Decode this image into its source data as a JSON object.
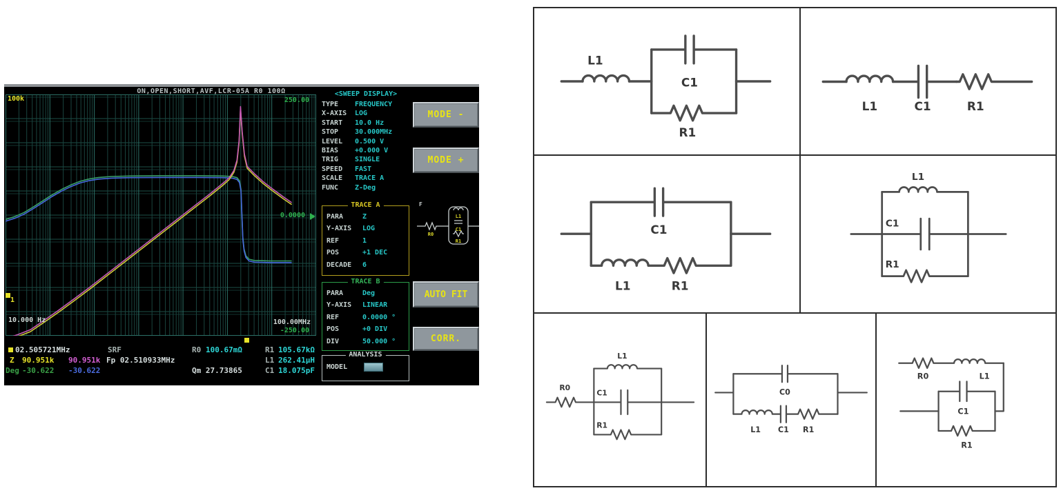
{
  "instrument": {
    "header_text": "ON,OPEN,SHORT,AVF,LCR-05A  R0 100Ω",
    "graph": {
      "y_top_label": "100k",
      "ref_index_label": "1",
      "deg_top": "250.00",
      "deg_ref": "0.0000",
      "deg_bottom": "-250.00",
      "x_start_label": "10.000 Hz",
      "x_stop_label": "100.00MHz",
      "grid": {
        "x_decades": 7,
        "y_divisions": 10
      },
      "colors": {
        "grid_major": "#2d7268",
        "grid_minor": "#1a443f",
        "z_fit": "#c558b4",
        "z_meas": "#cfc938",
        "deg_fit": "#4668dd",
        "deg_meas": "#3aa06a",
        "marker": "#e6e229",
        "ref_arrow": "#2fb24e"
      },
      "traces": [
        {
          "name": "deg-measured",
          "color_key": "deg_meas",
          "series": "phase",
          "dy": -0.007
        },
        {
          "name": "deg-fitted",
          "color_key": "deg_fit",
          "series": "phase",
          "dy": 0
        },
        {
          "name": "z-measured",
          "color_key": "z_meas",
          "series": "z",
          "dy": 0.008
        },
        {
          "name": "z-fitted",
          "color_key": "z_fit",
          "series": "z",
          "dy": 0
        }
      ],
      "series": {
        "z": [
          [
            0.005,
            1.01
          ],
          [
            0.04,
            0.995
          ],
          [
            0.08,
            0.975
          ],
          [
            0.12,
            0.94
          ],
          [
            0.17,
            0.895
          ],
          [
            0.22,
            0.848
          ],
          [
            0.27,
            0.8
          ],
          [
            0.32,
            0.75
          ],
          [
            0.37,
            0.7
          ],
          [
            0.42,
            0.65
          ],
          [
            0.47,
            0.6
          ],
          [
            0.52,
            0.55
          ],
          [
            0.57,
            0.5
          ],
          [
            0.62,
            0.45
          ],
          [
            0.66,
            0.41
          ],
          [
            0.7,
            0.368
          ],
          [
            0.72,
            0.345
          ],
          [
            0.735,
            0.315
          ],
          [
            0.745,
            0.272
          ],
          [
            0.752,
            0.19
          ],
          [
            0.7565,
            0.05
          ],
          [
            0.762,
            0.155
          ],
          [
            0.769,
            0.248
          ],
          [
            0.778,
            0.298
          ],
          [
            0.8,
            0.327
          ],
          [
            0.83,
            0.362
          ],
          [
            0.86,
            0.392
          ],
          [
            0.895,
            0.425
          ],
          [
            0.92,
            0.447
          ]
        ],
        "phase": [
          [
            0,
            0.525
          ],
          [
            0.03,
            0.513
          ],
          [
            0.06,
            0.496
          ],
          [
            0.09,
            0.473
          ],
          [
            0.12,
            0.448
          ],
          [
            0.15,
            0.423
          ],
          [
            0.18,
            0.401
          ],
          [
            0.21,
            0.382
          ],
          [
            0.24,
            0.367
          ],
          [
            0.27,
            0.357
          ],
          [
            0.3,
            0.351
          ],
          [
            0.34,
            0.347
          ],
          [
            0.4,
            0.345
          ],
          [
            0.5,
            0.344
          ],
          [
            0.62,
            0.344
          ],
          [
            0.7,
            0.345
          ],
          [
            0.73,
            0.347
          ],
          [
            0.745,
            0.352
          ],
          [
            0.753,
            0.365
          ],
          [
            0.758,
            0.4
          ],
          [
            0.761,
            0.5
          ],
          [
            0.764,
            0.6
          ],
          [
            0.768,
            0.648
          ],
          [
            0.774,
            0.676
          ],
          [
            0.784,
            0.69
          ],
          [
            0.8,
            0.695
          ],
          [
            0.85,
            0.697
          ],
          [
            0.92,
            0.697
          ]
        ]
      }
    },
    "sweep_panel": {
      "title": "<SWEEP DISPLAY>",
      "rows": [
        {
          "label": "TYPE",
          "value": "FREQUENCY"
        },
        {
          "label": "X-AXIS",
          "value": "LOG"
        },
        {
          "label": "START",
          "value": "10.0 Hz"
        },
        {
          "label": "STOP",
          "value": "30.000MHz"
        },
        {
          "label": "LEVEL",
          "value": "0.500 V"
        },
        {
          "label": "BIAS",
          "value": "+0.000 V"
        },
        {
          "label": "TRIG",
          "value": "SINGLE"
        },
        {
          "label": "SPEED",
          "value": "FAST"
        },
        {
          "label": "SCALE",
          "value": "TRACE A"
        },
        {
          "label": "FUNC",
          "value": "Z-Deg"
        }
      ]
    },
    "trace_a_panel": {
      "title": "TRACE A",
      "rows": [
        {
          "label": "PARA",
          "value": "Z"
        },
        {
          "label": "Y-AXIS",
          "value": "LOG"
        },
        {
          "label": "REF",
          "value": "1"
        },
        {
          "label": "POS",
          "value": "+1 DEC"
        },
        {
          "label": "DECADE",
          "value": "6"
        }
      ]
    },
    "trace_b_panel": {
      "title": "TRACE B",
      "rows": [
        {
          "label": "PARA",
          "value": "Deg"
        },
        {
          "label": "Y-AXIS",
          "value": "LINEAR"
        },
        {
          "label": "REF",
          "value": "0.0000 °"
        },
        {
          "label": "POS",
          "value": "+0 DIV"
        },
        {
          "label": "DIV",
          "value": "50.000 °"
        }
      ]
    },
    "analysis_panel": {
      "title": "ANALYSIS",
      "model_label": "MODEL"
    },
    "buttons": {
      "mode_minus": "MODE -",
      "mode_plus": "MODE +",
      "auto_fit": "AUTO FIT",
      "corr": "CORR."
    },
    "model_icon": {
      "f": "F",
      "r0": "R0",
      "l1": "L1",
      "c1": "C1",
      "r1": "R1"
    },
    "readout": {
      "marker_freq": "02.505721MHz",
      "srf_label": "SRF",
      "z_label": "Z",
      "z_measured": "90.951k",
      "z_fitted": "90.951k",
      "fp": "Fp 02.510933MHz",
      "deg_label": "Deg",
      "deg_measured": "-30.622",
      "deg_fitted": "-30.622",
      "qm": "Qm 27.73865",
      "r0_label": "R0",
      "r0_value": "100.67mΩ",
      "r1_label": "R1",
      "r1_value": "105.67kΩ",
      "l1_label": "L1",
      "l1_value": "262.41μH",
      "c1_label": "C1",
      "c1_value": "18.075pF"
    }
  },
  "circuits": {
    "c1": {
      "l1": "L1",
      "c1": "C1",
      "r1": "R1"
    },
    "c2": {
      "l1": "L1",
      "c1": "C1",
      "r1": "R1"
    },
    "c3": {
      "c1": "C1",
      "l1": "L1",
      "r1": "R1"
    },
    "c4": {
      "l1": "L1",
      "c1": "C1",
      "r1": "R1"
    },
    "c5": {
      "r0": "R0",
      "l1": "L1",
      "c1": "C1",
      "r1": "R1"
    },
    "c6": {
      "c0": "C0",
      "l1": "L1",
      "c1": "C1",
      "r1": "R1"
    },
    "c7": {
      "r0": "R0",
      "l1": "L1",
      "c1": "C1",
      "r1": "R1"
    }
  }
}
